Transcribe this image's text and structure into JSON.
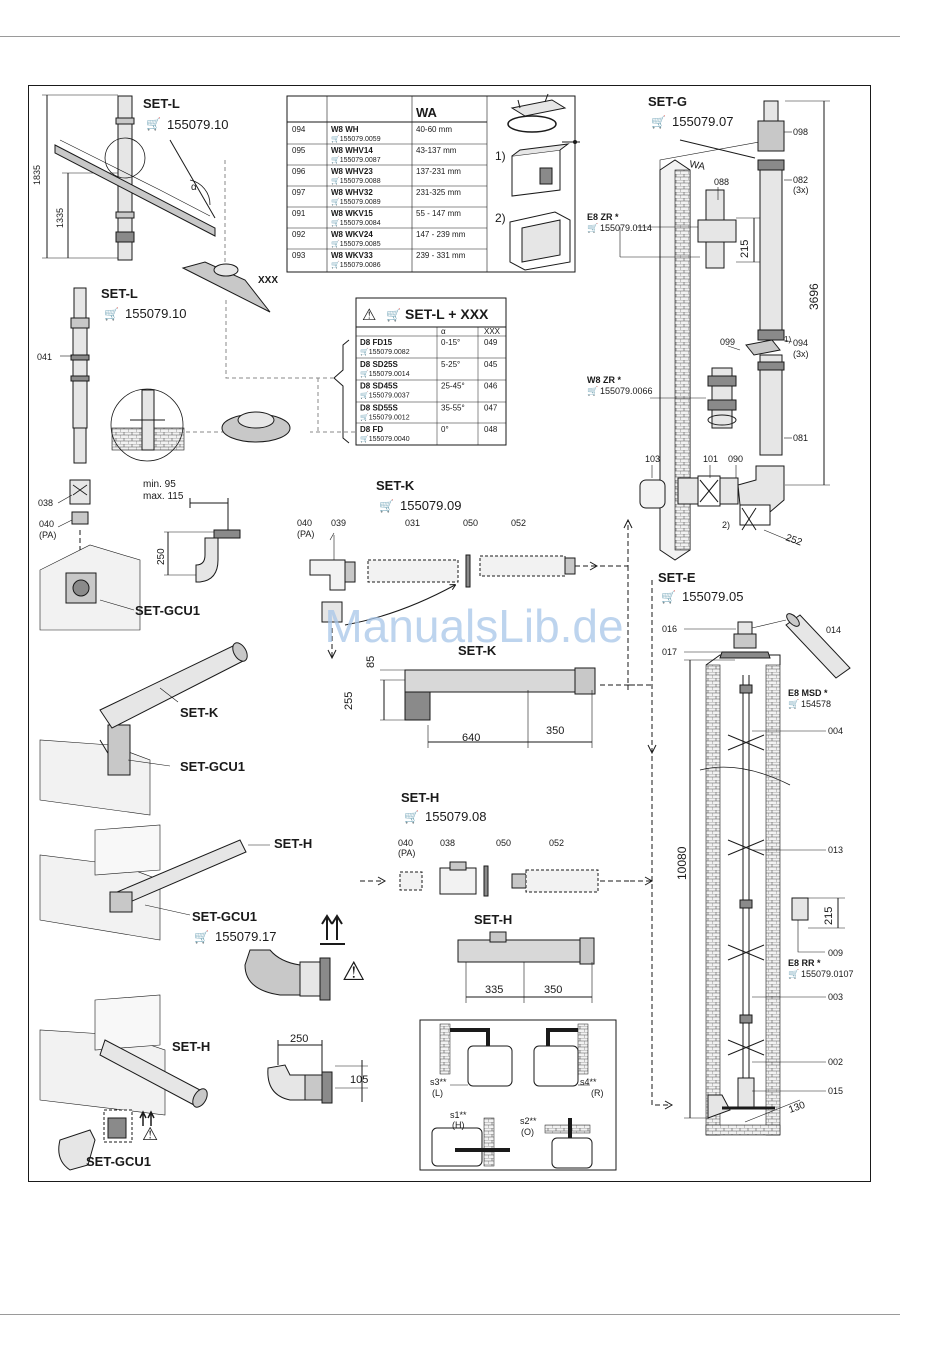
{
  "watermark": "ManualsLib.de",
  "warning_symbol": "⚠",
  "cart_icon": "🛒",
  "sets": {
    "set_l_top": {
      "name": "SET-L",
      "code": "155079.10"
    },
    "set_l_left": {
      "name": "SET-L",
      "code": "155079.10"
    },
    "set_g": {
      "name": "SET-G",
      "code": "155079.07"
    },
    "set_k": {
      "name": "SET-K",
      "code": "155079.09"
    },
    "set_e": {
      "name": "SET-E",
      "code": "155079.05"
    },
    "set_h": {
      "name": "SET-H",
      "code": "155079.08"
    },
    "set_gcu1_a": "SET-GCU1",
    "set_gcu1_b": "SET-GCU1",
    "set_gcu1_c": {
      "name": "SET-GCU1",
      "code": "155079.17"
    },
    "set_gcu1_d": "SET-GCU1",
    "set_k_side": "SET-K",
    "set_h_side_a": "SET-H",
    "set_h_side_b": "SET-H",
    "set_k_drawing": "SET-K",
    "set_h_drawing": "SET-H"
  },
  "wa_table": {
    "header": "WA",
    "rows": [
      {
        "no": "094",
        "name": "W8  WH",
        "code": "155079.0059",
        "range": "40-60 mm"
      },
      {
        "no": "095",
        "name": "W8 WHV14",
        "code": "155079.0087",
        "range": "43-137 mm"
      },
      {
        "no": "096",
        "name": "W8 WHV23",
        "code": "155079.0088",
        "range": "137-231 mm"
      },
      {
        "no": "097",
        "name": "W8 WHV32",
        "code": "155079.0089",
        "range": "231-325 mm"
      },
      {
        "no": "091",
        "name": "W8 WKV15",
        "code": "155079.0084",
        "range": "55 - 147 mm"
      },
      {
        "no": "092",
        "name": "W8 WKV24",
        "code": "155079.0085",
        "range": "147 - 239 mm"
      },
      {
        "no": "093",
        "name": "W8 WKV33",
        "code": "155079.0086",
        "range": "239 - 331 mm"
      }
    ],
    "marker1": "1)",
    "marker2": "2)"
  },
  "setlxxx_table": {
    "title": "SET-L + XXX",
    "col_alpha": "α",
    "col_xxx": "XXX",
    "rows": [
      {
        "name": "D8 FD15",
        "code": "155079.0082",
        "angle": "0-15°",
        "xxx": "049"
      },
      {
        "name": "D8 SD25S",
        "code": "155079.0014",
        "angle": "5-25°",
        "xxx": "045"
      },
      {
        "name": "D8 SD45S",
        "code": "155079.0037",
        "angle": "25-45°",
        "xxx": "046"
      },
      {
        "name": "D8 SD55S",
        "code": "155079.0012",
        "angle": "35-55°",
        "xxx": "047"
      },
      {
        "name": "D8 FD",
        "code": "155079.0040",
        "angle": "0°",
        "xxx": "048"
      }
    ]
  },
  "labels": {
    "dim_1835": "1835",
    "dim_1335": "1335",
    "alpha": "α",
    "xxx": "XXX",
    "p041": "041",
    "p038": "038",
    "p040": "040",
    "pa": "(PA)",
    "min95": "min. 95",
    "max115": "max. 115",
    "dim_250a": "250",
    "k_040": "040",
    "k_pa": "(PA)",
    "k_039": "039",
    "k_031": "031",
    "k_050": "050",
    "k_052": "052",
    "dim_85": "85",
    "dim_255": "255",
    "dim_640": "640",
    "dim_350a": "350",
    "h_040": "040",
    "h_pa": "(PA)",
    "h_038": "038",
    "h_050": "050",
    "h_052": "052",
    "dim_335": "335",
    "dim_350b": "350",
    "dim_250b": "250",
    "dim_105": "105",
    "g_098": "098",
    "g_088": "088",
    "g_082": "082",
    "g_3x_a": "(3x)",
    "g_e8zr": "E8 ZR *",
    "g_e8zr_code": "155079.0114",
    "g_215a": "215",
    "g_3696": "3696",
    "g_099": "099",
    "g_094": "094",
    "g_1": "1)",
    "g_3x_b": "(3x)",
    "g_w8zr": "W8 ZR *",
    "g_w8zr_code": "155079.0066",
    "g_081": "081",
    "g_103": "103",
    "g_101": "101",
    "g_090": "090",
    "g_2": "2)",
    "g_252": "252",
    "g_wa": "WA",
    "e_016": "016",
    "e_014": "014",
    "e_017": "017",
    "e_msd": "E8 MSD *",
    "e_msd_code": "154578",
    "e_004": "004",
    "e_013": "013",
    "e_10080": "10080",
    "e_215": "215",
    "e_009": "009",
    "e_rr": "E8 RR *",
    "e_rr_code": "155079.0107",
    "e_003": "003",
    "e_002": "002",
    "e_015": "015",
    "e_130": "130",
    "s3": "s3**",
    "s3l": "(L)",
    "s4": "s4**",
    "s4r": "(R)",
    "s1": "s1**",
    "s1h": "(H)",
    "s2": "s2**",
    "s2o": "(O)"
  },
  "colors": {
    "line": "#1a1a1a",
    "fill_light": "#e6e6e6",
    "fill_mid": "#c8c8c8",
    "fill_dark": "#8a8a8a",
    "watermark": "#a7c5e8"
  }
}
